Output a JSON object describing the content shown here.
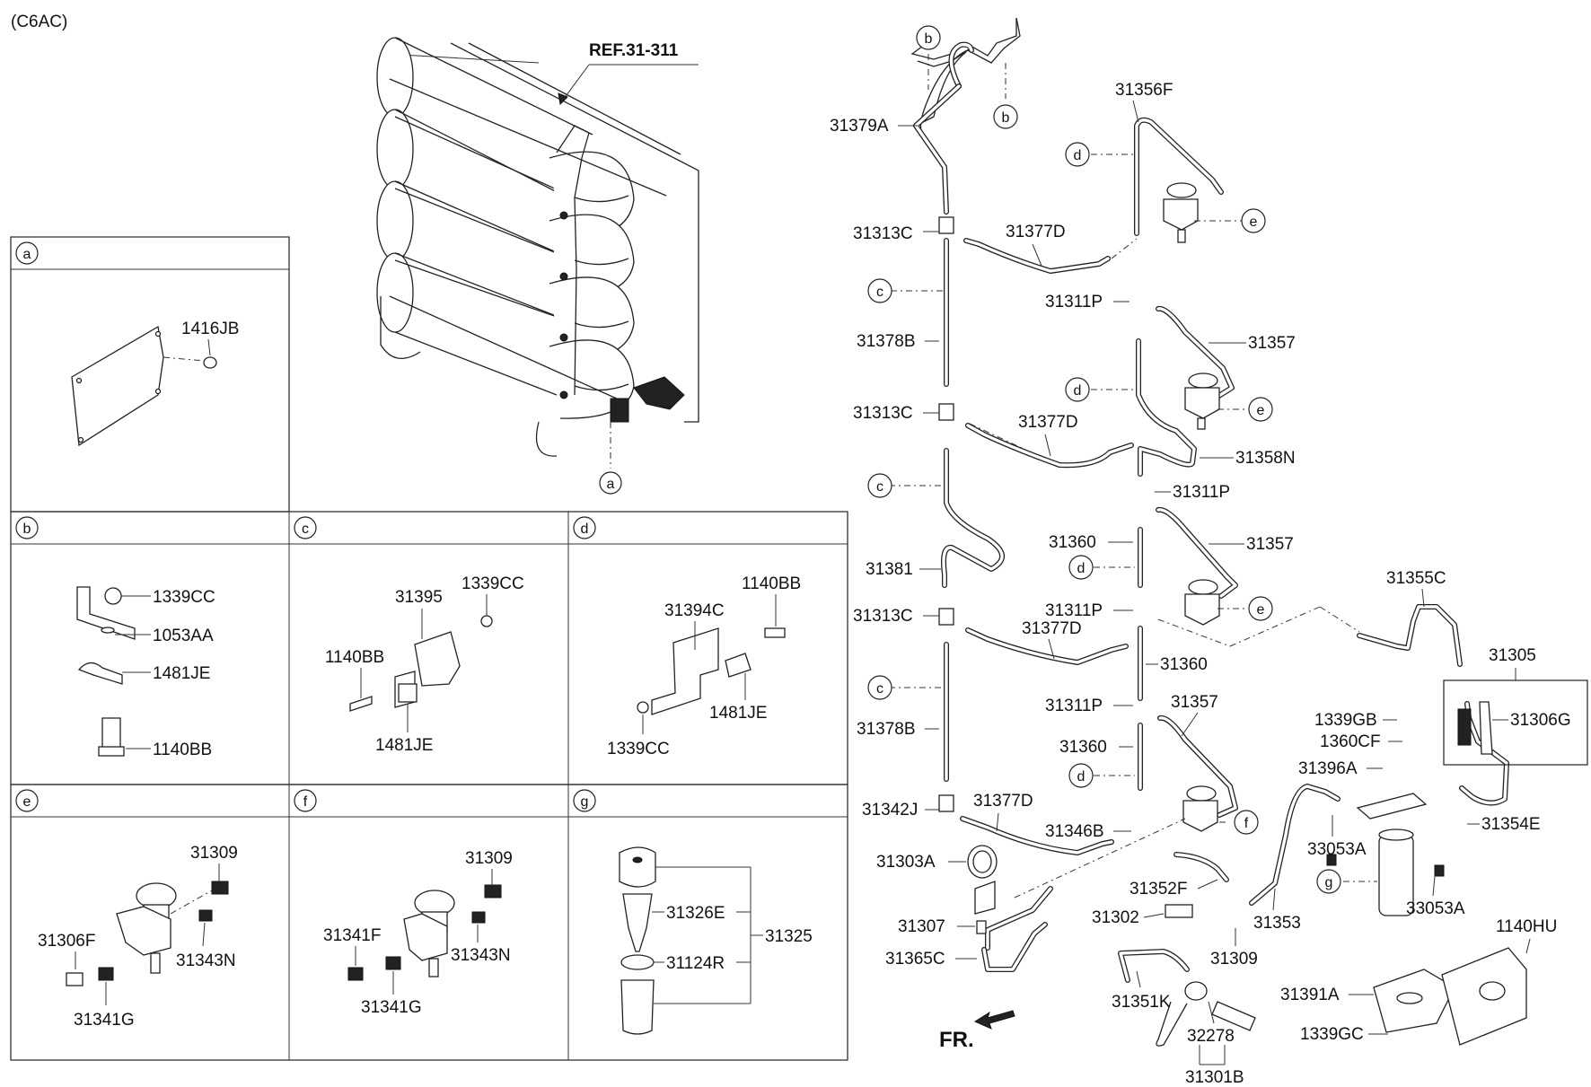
{
  "model_code": "(C6AC)",
  "ref_label": "REF.31-311",
  "direction_label": "FR.",
  "inset_boxes": {
    "a": {
      "letter": "a",
      "parts": [
        "1416JB"
      ]
    },
    "b": {
      "letter": "b",
      "parts": [
        "1339CC",
        "1053AA",
        "1481JE",
        "1140BB"
      ]
    },
    "c": {
      "letter": "c",
      "parts": [
        "31395",
        "1339CC",
        "1140BB",
        "1481JE"
      ]
    },
    "d": {
      "letter": "d",
      "parts": [
        "31394C",
        "1140BB",
        "1481JE",
        "1339CC"
      ]
    },
    "e": {
      "letter": "e",
      "parts": [
        "31309",
        "31306F",
        "31343N",
        "31341G"
      ]
    },
    "f": {
      "letter": "f",
      "parts": [
        "31309",
        "31341F",
        "31343N",
        "31341G"
      ]
    },
    "g": {
      "letter": "g",
      "parts": [
        "31326E",
        "31124R",
        "31325"
      ]
    }
  },
  "main_letters": {
    "a": "a",
    "b": "b",
    "c": "c",
    "d": "d",
    "e": "e",
    "f": "f",
    "g": "g"
  },
  "main_parts": {
    "p31379A": "31379A",
    "p31356F": "31356F",
    "p31313C_1": "31313C",
    "p31377D_1": "31377D",
    "p31311P_1": "31311P",
    "p31357_1": "31357",
    "p31378B_1": "31378B",
    "p31313C_2": "31313C",
    "p31377D_2": "31377D",
    "p31358N": "31358N",
    "p31311P_2": "31311P",
    "p31360_1": "31360",
    "p31357_2": "31357",
    "p31381": "31381",
    "p31313C_3": "31313C",
    "p31311P_3": "31311P",
    "p31377D_3": "31377D",
    "p31355C": "31355C",
    "p31360_2": "31360",
    "p31305": "31305",
    "p31306G": "31306G",
    "p31311P_4": "31311P",
    "p31357_3": "31357",
    "p31378B_2": "31378B",
    "p1339GB": "1339GB",
    "p1360CF": "1360CF",
    "p31360_3": "31360",
    "p31396A": "31396A",
    "p31342J": "31342J",
    "p31377D_4": "31377D",
    "p31346B": "31346B",
    "p31354E": "31354E",
    "p33053A_1": "33053A",
    "p31303A": "31303A",
    "p31352F": "31352F",
    "p33053A_2": "33053A",
    "p31307": "31307",
    "p31302": "31302",
    "p31353": "31353",
    "p1140HU": "1140HU",
    "p31365C": "31365C",
    "p31309": "31309",
    "p31351K": "31351K",
    "p31391A": "31391A",
    "p32278": "32278",
    "p1339GC": "1339GC",
    "p31301B": "31301B"
  }
}
